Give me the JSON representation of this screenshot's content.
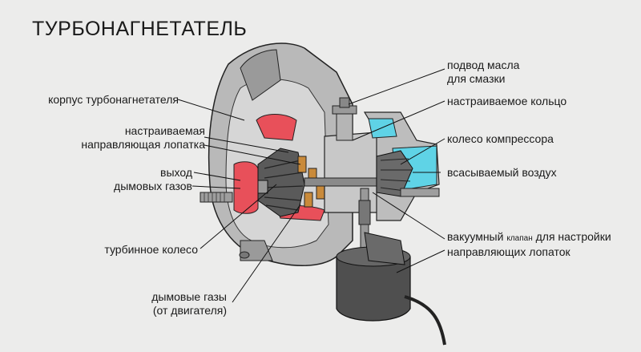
{
  "title": "ТУРБОНАГНЕТАТЕЛЬ",
  "labels": {
    "housing": "корпус турбонагнетателя",
    "vane_line1": "настраиваемая",
    "vane_line2": "направляющая лопатка",
    "exhaust_out_line1": "выход",
    "exhaust_out_line2": "дымовых газов",
    "turbine_wheel": "турбинное колесо",
    "exhaust_in_line1": "дымовые газы",
    "exhaust_in_line2": "(от двигателя)",
    "oil_line1": "подвод масла",
    "oil_line2": "для смазки",
    "ring": "настраиваемое кольцо",
    "compressor_wheel": "колесо компрессора",
    "intake_air": "всасываемый воздух",
    "actuator_part1": "вакуумный",
    "actuator_small": "клапан",
    "actuator_part2": "для настройки",
    "actuator_line2": "направляющих лопаток"
  },
  "colors": {
    "background": "#ececeb",
    "metal": "#a8a8a8",
    "metal_light": "#d2d2d2",
    "exhaust_red": "#e8505a",
    "intake_cyan": "#5fd3e6",
    "wheel_dark": "#555555",
    "bronze": "#c98a3a"
  }
}
